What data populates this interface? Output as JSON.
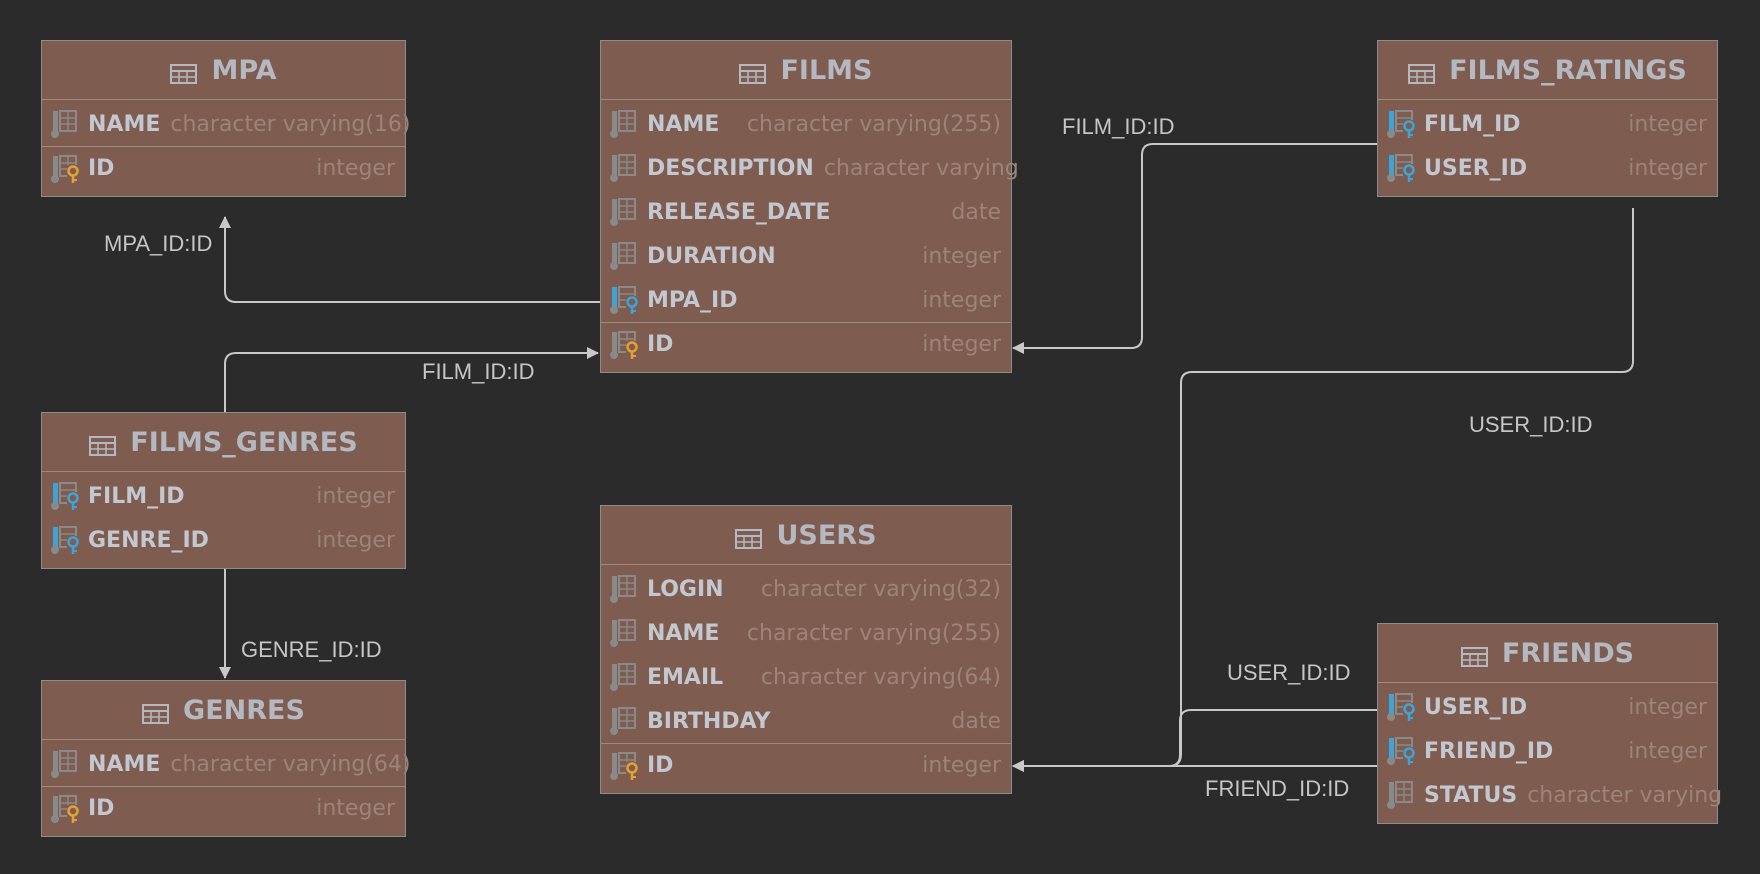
{
  "colors": {
    "background": "#2b2b2b",
    "table_fill": "#7e5c4f",
    "edge": "#c8c8c8",
    "fk_icon": "#3fa3d6",
    "pk_icon": "#e2a233"
  },
  "tables": {
    "mpa": {
      "title": "MPA",
      "columns": [
        {
          "name": "NAME",
          "type": "character varying(16)",
          "icon": "column-icon"
        },
        {
          "name": "ID",
          "type": "integer",
          "icon": "primary-key-icon"
        }
      ]
    },
    "films": {
      "title": "FILMS",
      "columns": [
        {
          "name": "NAME",
          "type": "character varying(255)",
          "icon": "column-icon"
        },
        {
          "name": "DESCRIPTION",
          "type": "character varying",
          "icon": "column-icon"
        },
        {
          "name": "RELEASE_DATE",
          "type": "date",
          "icon": "column-icon"
        },
        {
          "name": "DURATION",
          "type": "integer",
          "icon": "column-icon"
        },
        {
          "name": "MPA_ID",
          "type": "integer",
          "icon": "foreign-key-icon"
        },
        {
          "name": "ID",
          "type": "integer",
          "icon": "primary-key-icon"
        }
      ]
    },
    "films_ratings": {
      "title": "FILMS_RATINGS",
      "columns": [
        {
          "name": "FILM_ID",
          "type": "integer",
          "icon": "foreign-key-icon"
        },
        {
          "name": "USER_ID",
          "type": "integer",
          "icon": "foreign-key-icon"
        }
      ]
    },
    "films_genres": {
      "title": "FILMS_GENRES",
      "columns": [
        {
          "name": "FILM_ID",
          "type": "integer",
          "icon": "foreign-key-icon"
        },
        {
          "name": "GENRE_ID",
          "type": "integer",
          "icon": "foreign-key-icon"
        }
      ]
    },
    "genres": {
      "title": "GENRES",
      "columns": [
        {
          "name": "NAME",
          "type": "character varying(64)",
          "icon": "column-icon"
        },
        {
          "name": "ID",
          "type": "integer",
          "icon": "primary-key-icon"
        }
      ]
    },
    "users": {
      "title": "USERS",
      "columns": [
        {
          "name": "LOGIN",
          "type": "character varying(32)",
          "icon": "column-icon"
        },
        {
          "name": "NAME",
          "type": "character varying(255)",
          "icon": "column-icon"
        },
        {
          "name": "EMAIL",
          "type": "character varying(64)",
          "icon": "column-icon"
        },
        {
          "name": "BIRTHDAY",
          "type": "date",
          "icon": "column-icon"
        },
        {
          "name": "ID",
          "type": "integer",
          "icon": "primary-key-icon"
        }
      ]
    },
    "friends": {
      "title": "FRIENDS",
      "columns": [
        {
          "name": "USER_ID",
          "type": "integer",
          "icon": "foreign-key-icon"
        },
        {
          "name": "FRIEND_ID",
          "type": "integer",
          "icon": "foreign-key-icon"
        },
        {
          "name": "STATUS",
          "type": "character varying",
          "icon": "column-icon"
        }
      ]
    }
  },
  "relations": [
    {
      "id": "films-mpa",
      "label": "MPA_ID:ID",
      "from": "FILMS",
      "to": "MPA"
    },
    {
      "id": "genres-films",
      "label": "FILM_ID:ID",
      "from": "FILMS_GENRES",
      "to": "FILMS"
    },
    {
      "id": "ratings-films",
      "label": "FILM_ID:ID",
      "from": "FILMS_RATINGS",
      "to": "FILMS"
    },
    {
      "id": "ratings-users",
      "label": "USER_ID:ID",
      "from": "FILMS_RATINGS",
      "to": "USERS"
    },
    {
      "id": "genres-genre",
      "label": "GENRE_ID:ID",
      "from": "FILMS_GENRES",
      "to": "GENRES"
    },
    {
      "id": "friends-user",
      "label": "USER_ID:ID",
      "from": "FRIENDS",
      "to": "USERS"
    },
    {
      "id": "friends-friend",
      "label": "FRIEND_ID:ID",
      "from": "FRIENDS",
      "to": "USERS"
    }
  ]
}
